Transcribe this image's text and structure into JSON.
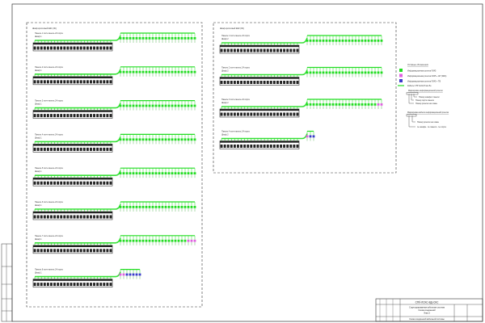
{
  "drawing": {
    "colors": {
      "wire": "#22dd22",
      "wire_dark": "#119911",
      "outline": "#333333",
      "magenta": "#e060e0",
      "blue": "#3a3acc"
    },
    "cabinet_left": {
      "title": "Шкаф кроссовый ШК1 (ЗС)",
      "panels": [
        {
          "label": "Панель 1 патч-панель 24 порта",
          "sub": "Шкаф 1",
          "ports": 24,
          "drop_green": 24,
          "drop_magenta": 0,
          "drop_blue": 0
        },
        {
          "label": "Панель 2 патч-панель 24 порта",
          "sub": "Шкаф 1",
          "ports": 24,
          "drop_green": 24,
          "drop_magenta": 0,
          "drop_blue": 0
        },
        {
          "label": "Панель 3 патч-панель 24 порта",
          "sub": "Шкаф 1",
          "ports": 24,
          "drop_green": 24,
          "drop_magenta": 0,
          "drop_blue": 0
        },
        {
          "label": "Панель 4 патч-панель 24 порта",
          "sub": "Шкаф 1",
          "ports": 24,
          "drop_green": 24,
          "drop_magenta": 0,
          "drop_blue": 0
        },
        {
          "label": "Панель 5 патч-панель 24 порта",
          "sub": "Шкаф 1",
          "ports": 24,
          "drop_green": 24,
          "drop_magenta": 0,
          "drop_blue": 0
        },
        {
          "label": "Панель 6 патч-панель 24 порта",
          "sub": "Шкаф 1",
          "ports": 24,
          "drop_green": 24,
          "drop_magenta": 0,
          "drop_blue": 0
        },
        {
          "label": "Панель 7 патч-панель 24 порта",
          "sub": "Шкаф 1",
          "ports": 24,
          "drop_green": 21,
          "drop_magenta": 3,
          "drop_blue": 0
        },
        {
          "label": "Панель 8 патч-панель 24 порта",
          "sub": "Шкаф 1",
          "ports": 24,
          "drop_green": 0,
          "drop_magenta": 2,
          "drop_blue": 5
        }
      ]
    },
    "cabinet_right": {
      "title": "Шкаф кроссовый ШК2 (ЗС)",
      "panels": [
        {
          "label": "Панель 1 патч-панель 24 порта",
          "sub": "Шкаф 2",
          "ports": 24,
          "drop_green": 24,
          "drop_magenta": 0,
          "drop_blue": 0
        },
        {
          "label": "Панель 2 патч-панель 24 порта",
          "sub": "Шкаф 2",
          "ports": 24,
          "drop_green": 24,
          "drop_magenta": 0,
          "drop_blue": 0
        },
        {
          "label": "Панель 3 патч-панель 24 порта",
          "sub": "Шкаф 2",
          "ports": 24,
          "drop_green": 22,
          "drop_magenta": 2,
          "drop_blue": 0
        },
        {
          "label": "Панель 4 патч-панель 24 порта",
          "sub": "Шкаф 2",
          "ports": 24,
          "drop_green": 0,
          "drop_magenta": 1,
          "drop_blue": 2
        }
      ]
    },
    "legend": {
      "title": "Условные обозначения",
      "items": [
        {
          "color": "#22dd22",
          "text": "Информационная розетка RJ45"
        },
        {
          "color": "#e060e0",
          "text": "Информационная розетка RJ45 + АР (WiFi)"
        },
        {
          "color": "#3a3acc",
          "text": "Информационная розетка RJ45 + ТВ"
        },
        {
          "color": "#22dd22",
          "text": "Кабель UTP 4x2x0,5 кат.5е"
        }
      ],
      "note1_title": "Маркировка информационной розетки",
      "note1_lines": [
        "Номер шкафа / панели",
        "Номер порта панели",
        "Номер розетки на этаже"
      ],
      "note2_title": "Маркировка кабеля информационной розетки",
      "note2_lines": [
        "Номер розетки на этаже",
        "№ шкафа - № панели - № порта"
      ]
    },
    "title_block": {
      "code": "СПб-ЛСКС-ВД-СКС",
      "name_lines": [
        "Структурированная кабельная система",
        "Схема соединений",
        "Этаж 3"
      ],
      "sheet_title": "Схема соединений кабельной системы"
    }
  }
}
